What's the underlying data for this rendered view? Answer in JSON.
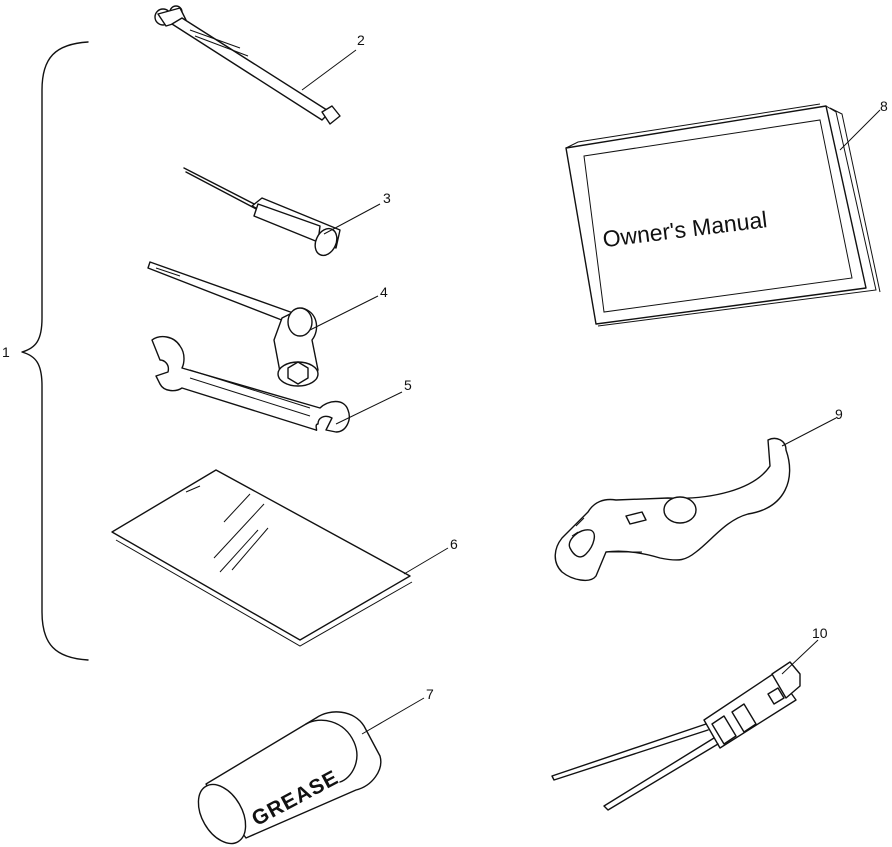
{
  "callouts": {
    "c1": "1",
    "c2": "2",
    "c3": "3",
    "c4": "4",
    "c5": "5",
    "c6": "6",
    "c7": "7",
    "c8": "8",
    "c9": "9",
    "c10": "10"
  },
  "labels": {
    "manual_title": "Owner's Manual",
    "grease": "GREASE"
  }
}
